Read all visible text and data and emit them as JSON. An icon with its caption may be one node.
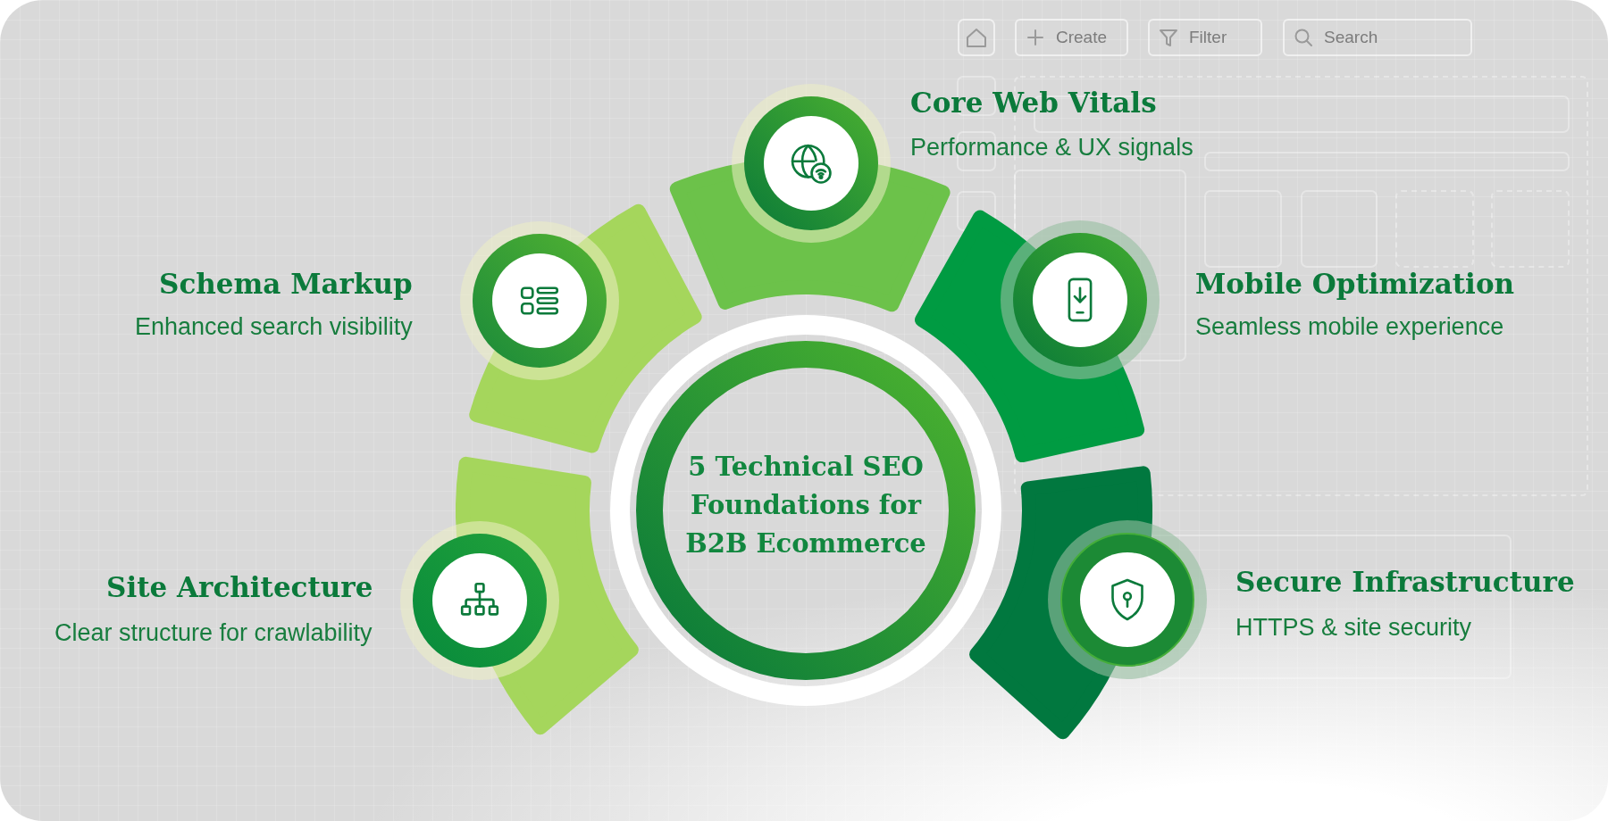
{
  "diagram": {
    "nodes": [
      {
        "text": [
          "Core Web Vitals",
          "Performance & UX signals"
        ]
      },
      {
        "text": [
          "Schema Markup",
          "Enhanced search visibility"
        ]
      },
      {
        "text": [
          "Mobile Optimization",
          "Seamless mobile experience"
        ]
      },
      {
        "text": [
          "5 Technical SEO Foundations for B2B Ecommerce"
        ]
      },
      {
        "text": [
          "Site Architecture",
          "Clear structure for crawlability"
        ]
      },
      {
        "text": [
          "Secure Infrastructure",
          "HTTPS & site security"
        ]
      }
    ],
    "labels": [
      "Create",
      "Filter",
      "Search"
    ]
  }
}
